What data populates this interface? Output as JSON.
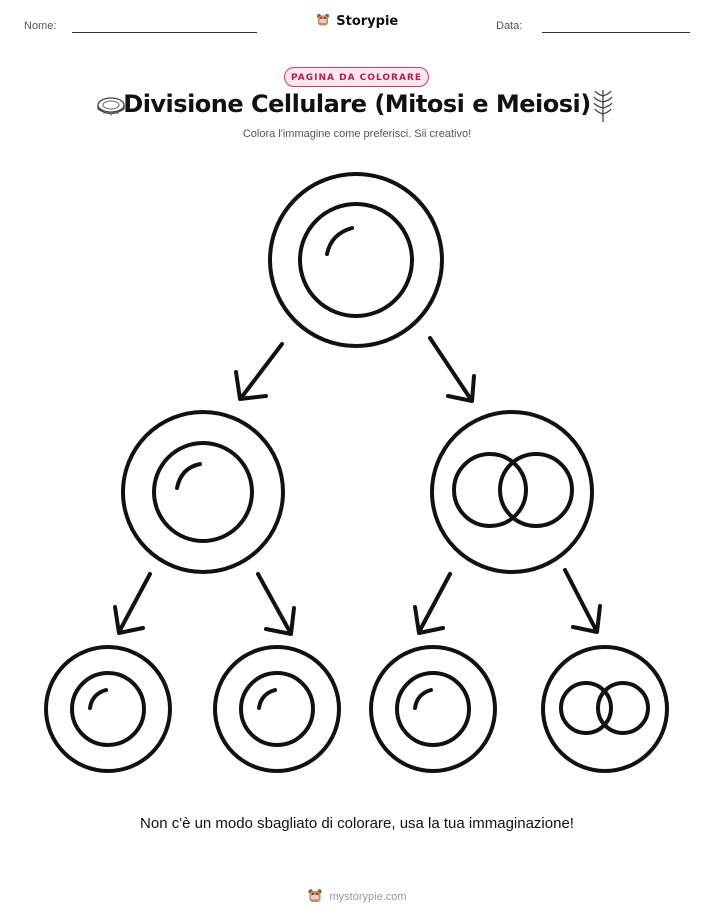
{
  "header": {
    "name_label": "Nome:",
    "date_label": "Data:",
    "brand": "Storypie",
    "brand_icon": "storypie-bear-logo-icon"
  },
  "badge": "PAGINA DA COLORARE",
  "title": "Divisione Cellulare (Mitosi e Meiosi)",
  "title_icons": [
    "cell-slice-icon",
    "leaf-sprig-icon"
  ],
  "subtitle": "Colora l'immagine come preferisci. Sii creativo!",
  "illustration": {
    "subject": "cell-division-diagram-icon"
  },
  "footer": {
    "message": "Non c'è un modo sbagliato di colorare, usa la tua immaginazione!",
    "site": "mystorypie.com"
  }
}
